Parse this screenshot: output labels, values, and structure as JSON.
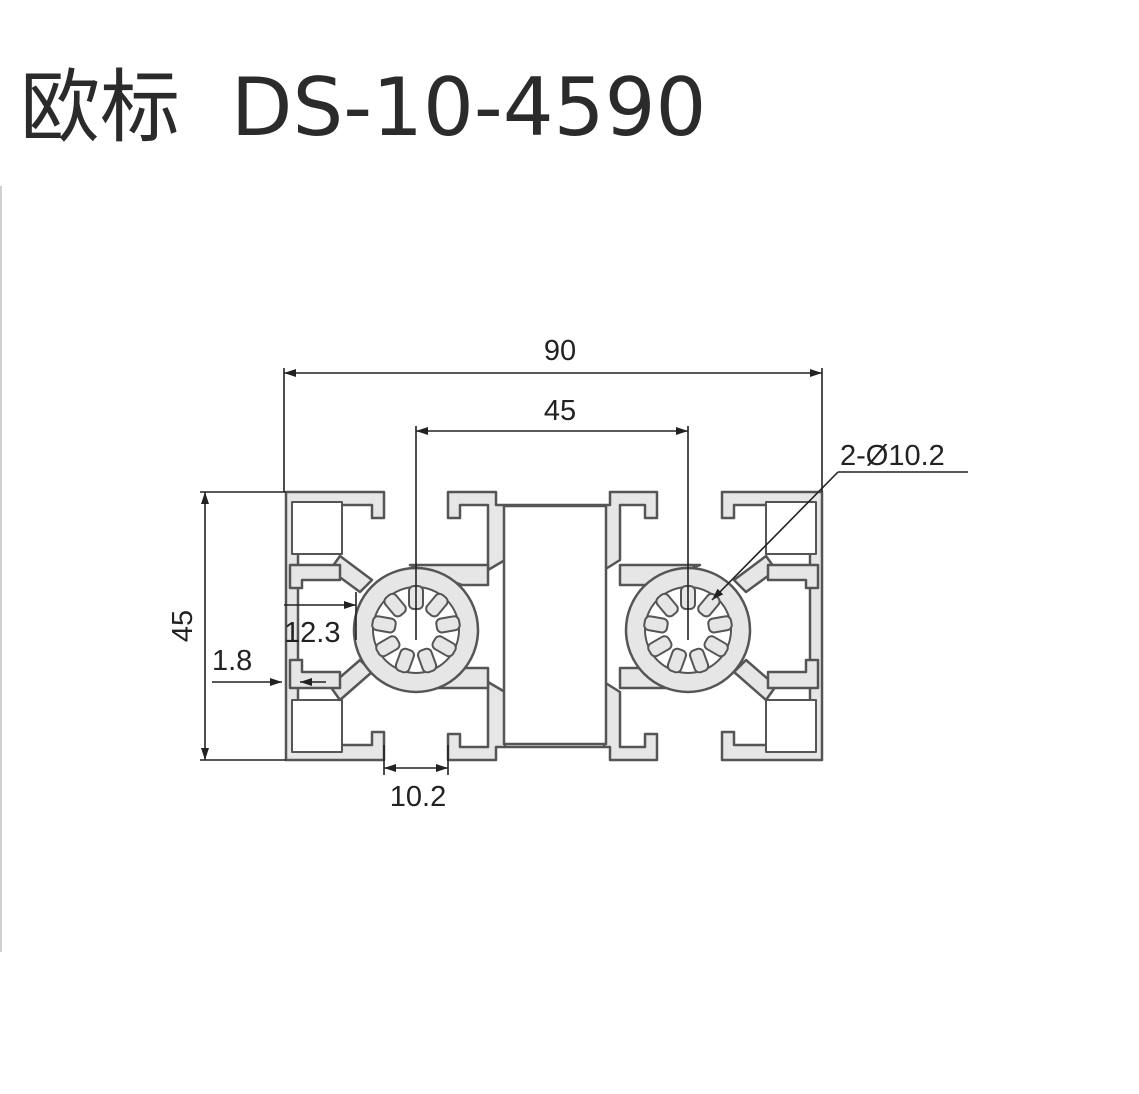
{
  "title": "欧标  DS-10-4590",
  "dimensions": {
    "overall_width": "90",
    "slot_pitch": "45",
    "height": "45",
    "holes": "2-Ø10.2",
    "slot_depth": "12.3",
    "wall": "1.8",
    "slot_width": "10.2"
  },
  "colors": {
    "profile_fill": "#e6e6e6",
    "outline": "#555555",
    "dim_line": "#222222"
  }
}
